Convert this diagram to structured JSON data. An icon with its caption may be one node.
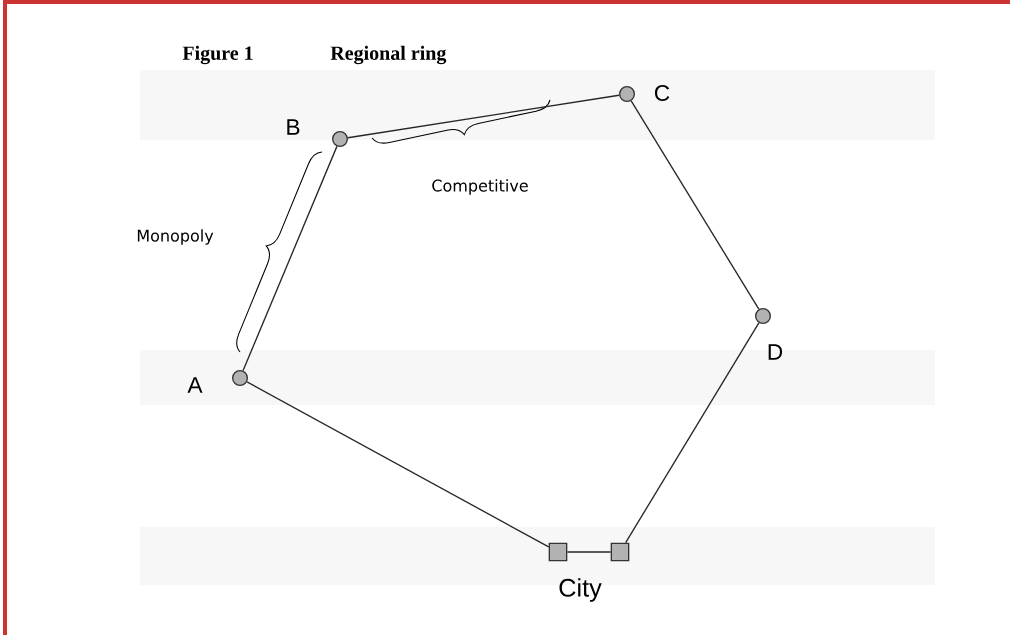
{
  "diagram": {
    "title": "Regional ring",
    "nodes": [
      {
        "text": [],
        "shape": "circle",
        "beside": [
          "A"
        ]
      },
      {
        "text": [],
        "shape": "circle",
        "beside": [
          "B"
        ]
      },
      {
        "text": [],
        "shape": "circle",
        "beside": [
          "C"
        ]
      },
      {
        "text": [],
        "shape": "circle",
        "beside": [
          "D"
        ]
      },
      {
        "text": [],
        "shape": "box"
      },
      {
        "text": [],
        "shape": "box"
      }
    ],
    "edges": [
      {
        "from": 0,
        "to": 1,
        "arrow": "none"
      },
      {
        "from": 1,
        "to": 2,
        "arrow": "none"
      },
      {
        "from": 2,
        "to": 3,
        "arrow": "none"
      },
      {
        "from": 3,
        "to": 5,
        "arrow": "none"
      },
      {
        "from": 5,
        "to": 4,
        "arrow": "none"
      },
      {
        "from": 4,
        "to": 0,
        "arrow": "none"
      }
    ],
    "labels": [
      "Figure 1",
      "Competitive",
      "Monopoly",
      "City"
    ]
  }
}
